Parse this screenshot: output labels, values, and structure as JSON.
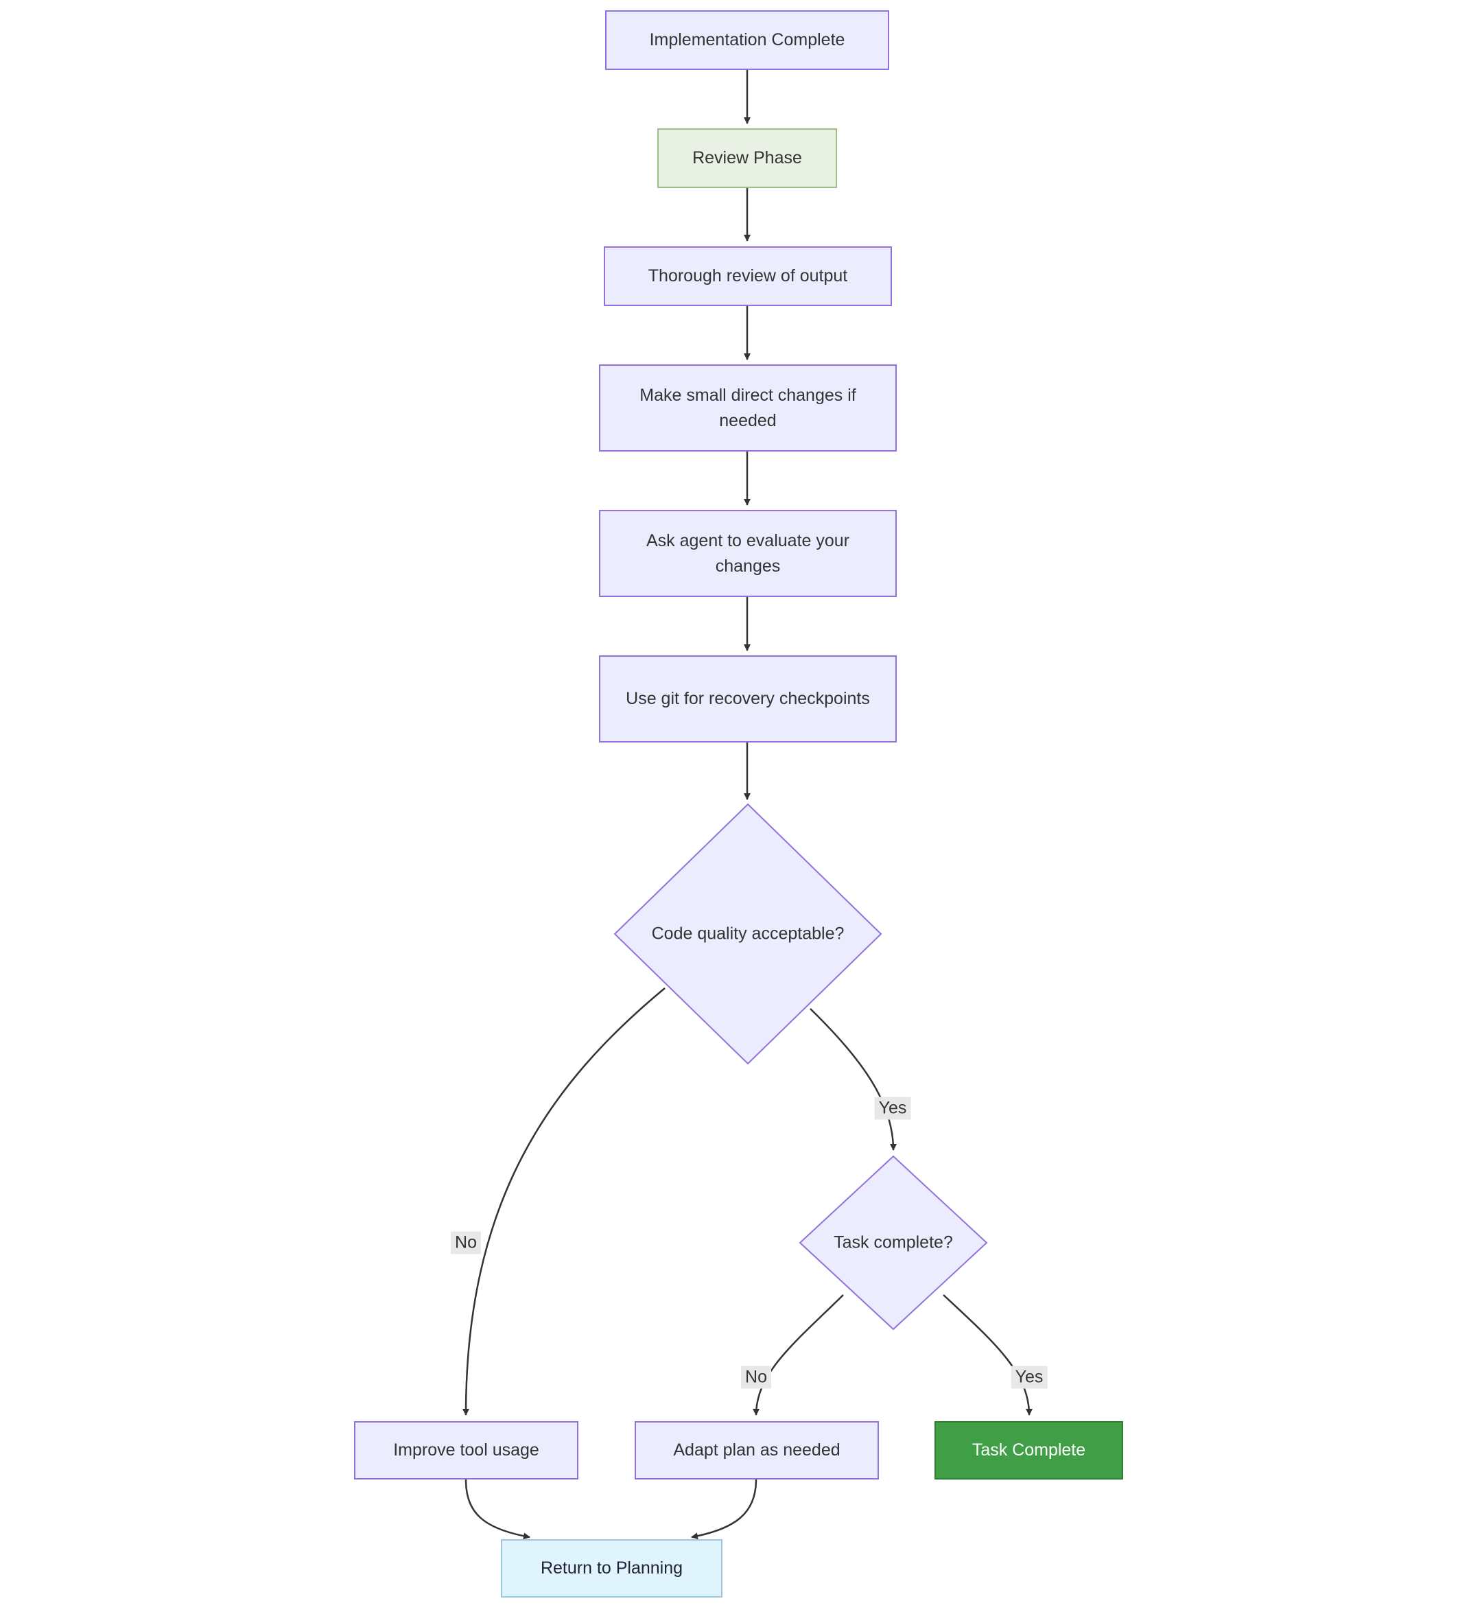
{
  "diagram": {
    "type": "flowchart",
    "nodes": {
      "implementation_complete": {
        "label": "Implementation Complete"
      },
      "review_phase": {
        "label": "Review Phase"
      },
      "thorough_review": {
        "label": "Thorough review of output"
      },
      "small_changes": {
        "label": "Make small direct changes if needed"
      },
      "ask_agent": {
        "label": "Ask agent to evaluate your changes"
      },
      "git_recovery": {
        "label": "Use git for recovery checkpoints"
      },
      "code_quality_decision": {
        "label": "Code quality acceptable?"
      },
      "task_complete_decision": {
        "label": "Task complete?"
      },
      "improve_tool": {
        "label": "Improve tool usage"
      },
      "adapt_plan": {
        "label": "Adapt plan as needed"
      },
      "task_complete": {
        "label": "Task Complete"
      },
      "return_planning": {
        "label": "Return to Planning"
      }
    },
    "edge_labels": {
      "code_quality_no": "No",
      "code_quality_yes": "Yes",
      "task_decision_no": "No",
      "task_decision_yes": "Yes"
    },
    "colors": {
      "node_fill": "#ECECFF",
      "node_border": "#9370DB",
      "review_phase_fill": "#E8F1E3",
      "review_phase_border": "#9CBE8C",
      "success_fill": "#3F9E46",
      "success_border": "#2E7D32",
      "planning_fill": "#DFF4FD",
      "planning_border": "#9BC6DD",
      "edge_stroke": "#333333",
      "edge_label_bg": "#E8E8E8",
      "text": "#333333"
    }
  }
}
